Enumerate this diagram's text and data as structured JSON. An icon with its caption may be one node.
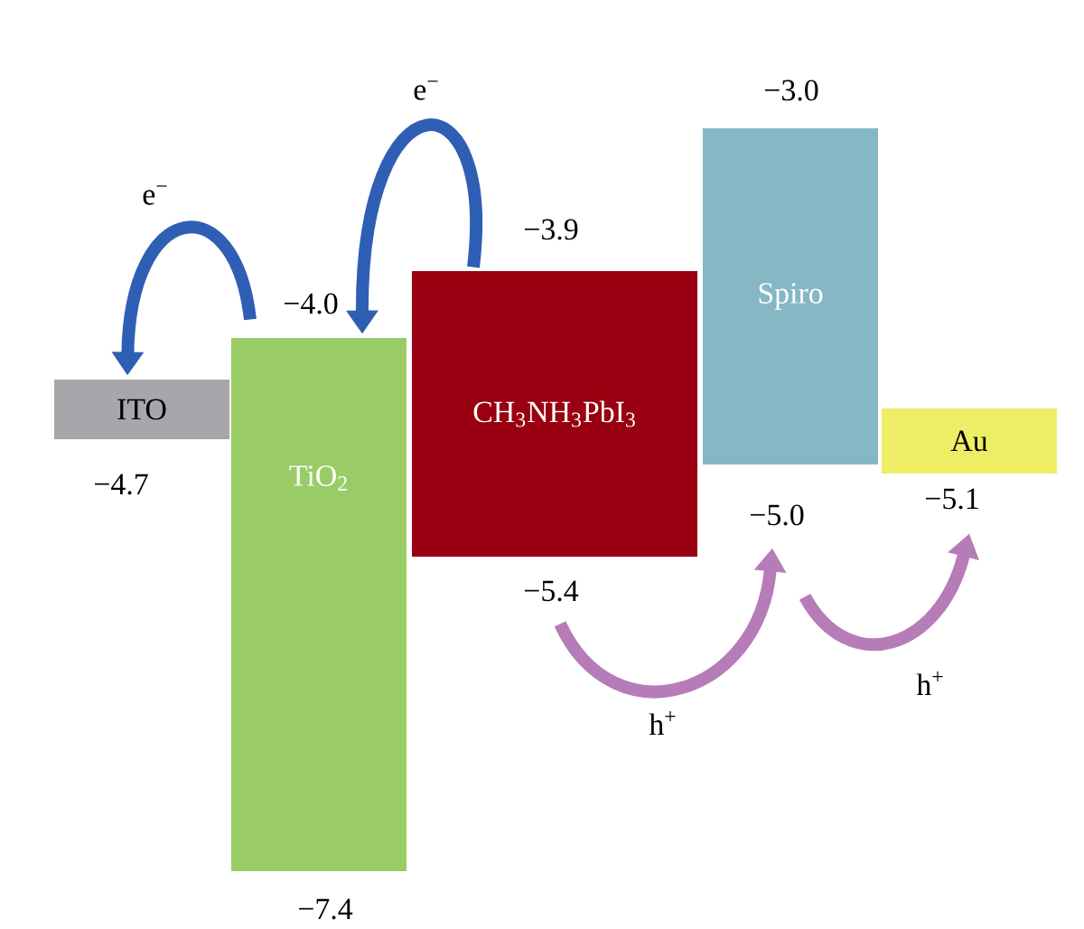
{
  "diagram": {
    "nodes": [
      {
        "text": [
          "ITO"
        ],
        "beside": [
          "−4.7"
        ]
      },
      {
        "text": [
          "TiO$_{2}$"
        ],
        "beside": [
          "−4.0",
          "−7.4"
        ]
      },
      {
        "text": [
          "CH$_{3}$NH$_{3}$PbI$_{3}$"
        ],
        "beside": [
          "−3.9",
          "−5.4"
        ]
      },
      {
        "text": [
          "Spiro"
        ],
        "beside": [
          "−3.0",
          "−5.0"
        ]
      },
      {
        "text": [
          "Au"
        ],
        "beside": [
          "−5.1"
        ]
      }
    ],
    "edges": [
      {
        "from": 2,
        "to": 1,
        "arrow": "to",
        "label": "e$^{−}$",
        "color": "#2f5fb4"
      },
      {
        "from": 1,
        "to": 0,
        "arrow": "to",
        "label": "e$^{−}$",
        "color": "#2f5fb4"
      },
      {
        "from": 2,
        "to": 3,
        "arrow": "to",
        "label": "h$^{+}$",
        "color": "#b67cb8"
      },
      {
        "from": 3,
        "to": 4,
        "arrow": "to",
        "label": "h$^{+}$",
        "color": "#b67cb8"
      }
    ]
  }
}
